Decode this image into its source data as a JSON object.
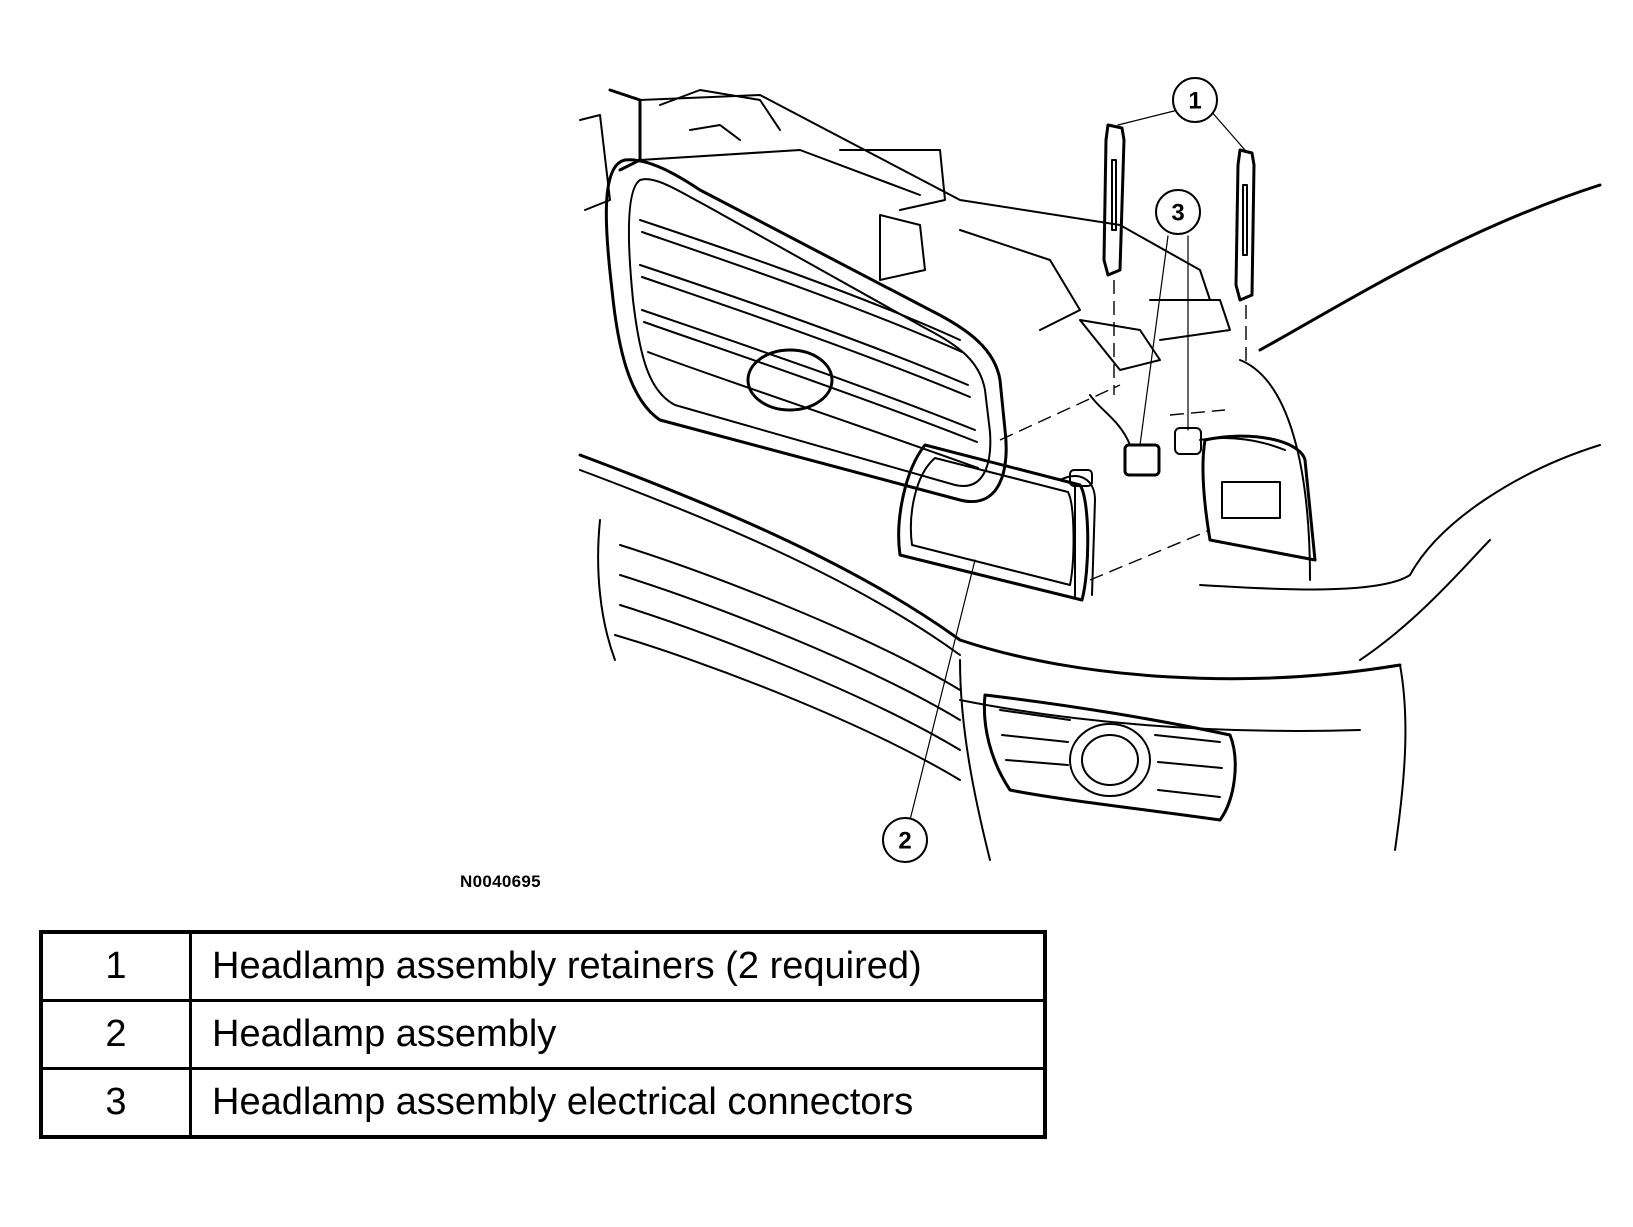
{
  "figure_id": "N0040695",
  "callouts": [
    "1",
    "2",
    "3"
  ],
  "legend": [
    {
      "number": "1",
      "description": "Headlamp assembly retainers (2 required)"
    },
    {
      "number": "2",
      "description": "Headlamp assembly"
    },
    {
      "number": "3",
      "description": "Headlamp assembly electrical connectors"
    }
  ]
}
